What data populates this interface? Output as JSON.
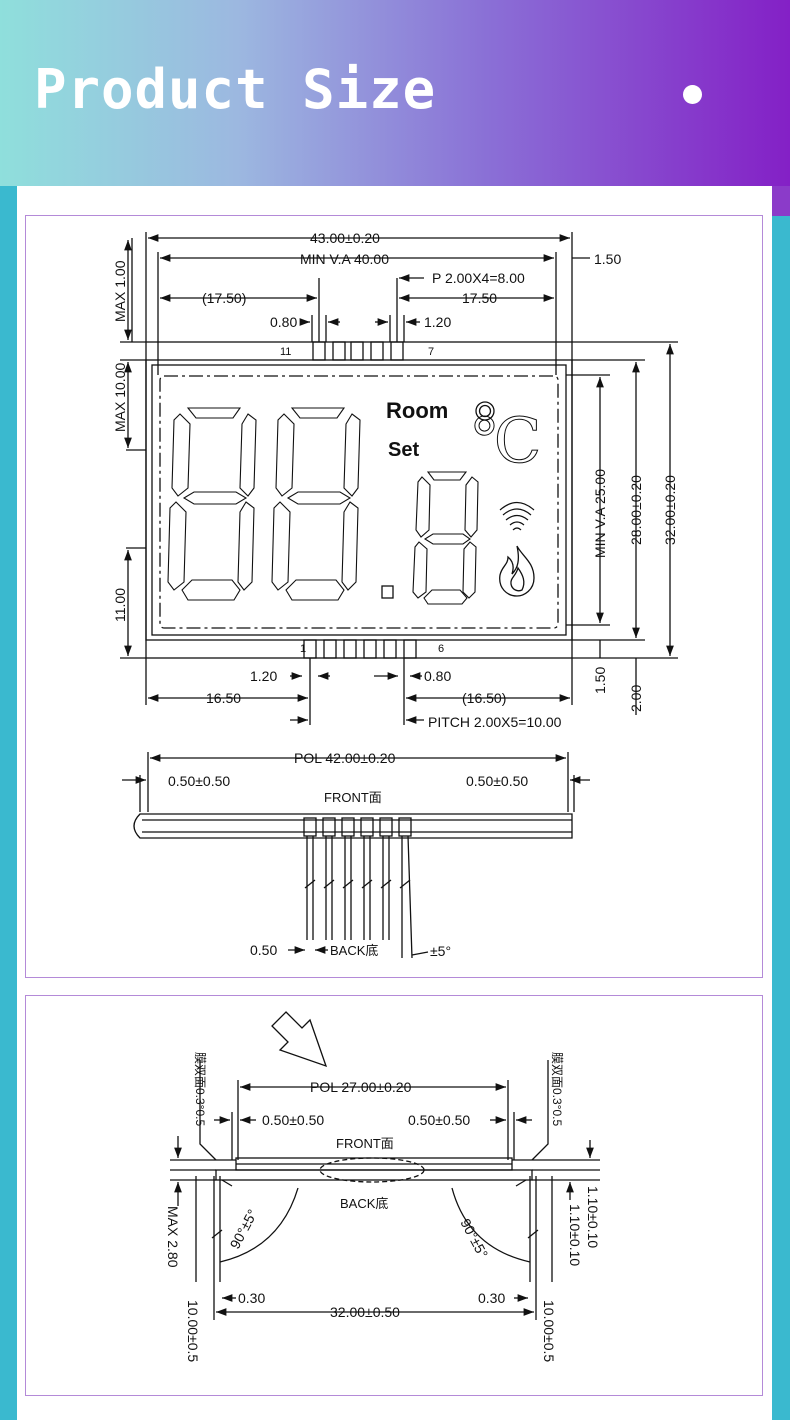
{
  "header": {
    "title": "Product Size"
  },
  "top_view": {
    "dims": {
      "overall_width": "43.00±0.20",
      "min_va": "MIN V.A 40.00",
      "pitch_top": "P 2.00X4=8.00",
      "edge_right": "1.50",
      "pin_offset_left": "(17.50)",
      "pin_offset_right": "17.50",
      "pin_width_left": "0.80",
      "pin_width_right": "1.20",
      "max_top": "MAX 1.00",
      "max_pin": "MAX 10.00",
      "bottom_left": "11.00",
      "min_va_h": "MIN V.A 25.00",
      "height_inner": "28.00±0.20",
      "height_outer": "32.00±0.20",
      "edge_b1": "1.50",
      "edge_b2": "2.00",
      "pin_w_bl": "1.20",
      "pin_w_br": "0.80",
      "pin_off_bl": "16.50",
      "pin_off_br": "(16.50)",
      "pitch_bottom": "PITCH 2.00X5=10.00"
    },
    "pins": {
      "p11": "11",
      "p7": "7",
      "p1": "1",
      "p6": "6"
    },
    "display": {
      "room": "Room",
      "set": "Set",
      "unit": "℃"
    }
  },
  "side_view": {
    "pol": "POL 42.00±0.20",
    "margin_left": "0.50±0.50",
    "margin_right": "0.50±0.50",
    "front": "FRONT面",
    "pin_w": "0.50",
    "back": "BACK底",
    "angle": "±5°"
  },
  "end_view": {
    "pol": "POL 27.00±0.20",
    "margin_left": "0.50±0.50",
    "margin_right": "0.50±0.50",
    "front": "FRONT面",
    "back": "BACK底",
    "max_h": "MAX 2.80",
    "glass_left": "10.00±0.5",
    "glass_right": "10.00±0.5",
    "pin_gap_left": "0.30",
    "pin_gap_right": "0.30",
    "pin_span": "32.00±0.50",
    "angle_left": "90°±5°",
    "angle_right": "90°±5°",
    "thick_1": "1.10±0.10",
    "thick_2": "1.10±0.10",
    "note_left": "膜双面0.3°0.5",
    "note_right": "膜双面0.3°0.5"
  }
}
